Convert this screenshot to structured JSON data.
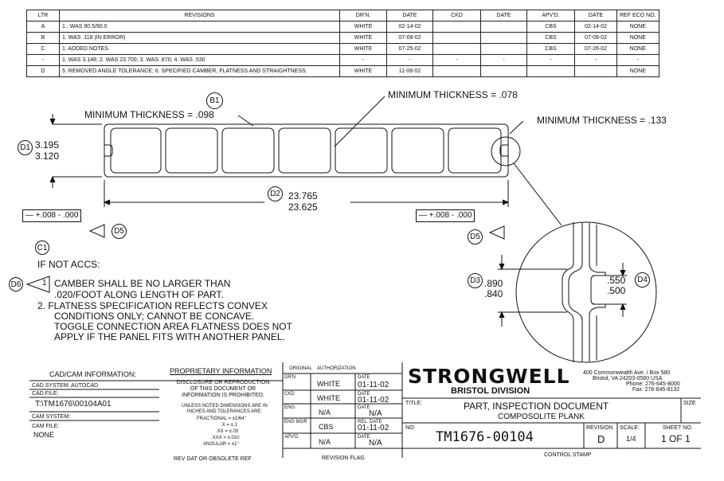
{
  "revisions": {
    "headers": [
      "LTR",
      "REVISIONS",
      "DR'N.",
      "DATE",
      "CKD",
      "DATE",
      "APV'D.",
      "DATE",
      "REF ECO NO."
    ],
    "rows": [
      [
        "A",
        "1.; WAS 90.5/90.0",
        "WHITE",
        "02-14-02",
        "",
        "",
        "CBS",
        "02-14-02",
        "NONE"
      ],
      [
        "B",
        "1. WAS .118 (IN ERROR)",
        "WHITE",
        "07-08-02",
        "",
        "",
        "CBS",
        "07-09-02",
        "NONE"
      ],
      [
        "C",
        "1. ADDED NOTES",
        "WHITE",
        "07-25-02",
        "",
        "",
        "CBS",
        "07-26-02",
        "NONE"
      ],
      [
        "-",
        "1. WAS 3.148; 2. WAS 23.700; 3. WAS .870; 4. WAS .530",
        "-",
        "-",
        "-",
        "-",
        "-",
        "-",
        "-"
      ],
      [
        "D",
        "5. REMOVED ANGLE TOLERANCE; 6. SPECIFIED CAMBER, FLATNESS AND STRAIGHTNESS.",
        "WHITE",
        "11-08-02",
        "",
        "",
        "",
        "",
        "NONE"
      ]
    ]
  },
  "drawing": {
    "min_thick_098": "MINIMUM THICKNESS = .098",
    "min_thick_078": "MINIMUM THICKNESS = .078",
    "min_thick_133": "MINIMUM THICKNESS = .133",
    "b1": "B1",
    "d1": "D1",
    "height_max": "3.195",
    "height_min": "3.120",
    "d2": "D2",
    "width_max": "23.765",
    "width_min": "23.625",
    "tol_left": "+.008 - .000",
    "tol_right": "+.008 - .000",
    "d5": "D5",
    "d3": "D3",
    "d4": "D4",
    "gap_max": ".890",
    "gap_min": ".840",
    "tongue_max": ".550",
    "tongue_min": ".500",
    "c1": "C1",
    "d6": "D6",
    "num1": "1"
  },
  "notes": {
    "header": "IF NOT ACCS:",
    "n1a": "CAMBER SHALL BE NO LARGER THAN",
    "n1b": ".020/FOOT ALONG LENGTH OF PART.",
    "n2a": "2.  FLATNESS SPECIFICATION REFLECTS CONVEX",
    "n2b": "CONDITIONS ONLY; CANNOT BE CONCAVE.",
    "n2c": "TOGGLE CONNECTION AREA FLATNESS DOES NOT",
    "n2d": "APPLY IF THE PANEL FITS WITH ANOTHER PANEL."
  },
  "title_block": {
    "cadcam_header": "CAD/CAM INFORMATION:",
    "cad_system": "CAD SYSTEM:  AUTOCAD",
    "cad_file_label": "CAD FILE:",
    "cad_file": "T:\\TM1676\\00104A01",
    "cam_system": "CAM SYSTEM:",
    "cam_file_label": "CAM FILE:",
    "cam_file": "NONE",
    "prop_header": "PROPRIETARY INFORMATION",
    "prop_1": "DISCLOSURE OR REPRODUCTION",
    "prop_2": "OF THIS DOCUMENT OR",
    "prop_3": "INFORMATION IS PROHIBITED.",
    "tol_1": "UNLESS NOTED DIMENSIONS ARE IN",
    "tol_2": "INCHES AND TOLERANCES ARE:",
    "tol_frac": "FRACTIONAL = ±1/64\"",
    "tol_x": ".X = ±.1",
    "tol_xx": ".XX = ±.03",
    "tol_xxx": ".XXX = ±.010",
    "tol_ang": "ANGULAR = ±1°",
    "rev_dat": "REV DAT OR OBSOLETE REF",
    "orig_header": "ORIGINAL",
    "auth_header": "AUTHORIZATION",
    "drn_label": "DR'N",
    "drn": "WHITE",
    "ckd_label": "CKD",
    "ckd": "WHITE",
    "eng_label": "ENG.",
    "eng": "N/A",
    "engmgr_label": "ENG MGR",
    "engmgr": "CBS",
    "apvd_label": "APV'D",
    "apvd": "N/A",
    "date_label": "DATE",
    "date1": "01-11-02",
    "date2": "01-11-02",
    "date3": "N/A",
    "rel_label": "REL. DATE",
    "date4": "01-11-02",
    "date5": "N/A",
    "rev_flag": "REVISION FLAG",
    "company": "STRONGWELL",
    "division": "BRISTOL DIVISION",
    "addr_1": "400 Commonwealth Ave. / Box 580",
    "addr_2": "Bristol, VA  24203-0580   USA",
    "phone": "Phone: 276-645-8000",
    "fax": "Fax: 276-645-8132",
    "title_label": "TITLE:",
    "title_1": "PART, INSPECTION DOCUMENT",
    "title_2": "COMPOSOLITE PLANK",
    "size_label": "SIZE",
    "no_label": "NO:",
    "doc_no": "TM1676-00104",
    "revision_label": "REVISION",
    "revision": "D",
    "scale_label": "SCALE:",
    "scale": "1/4",
    "sheet_label": "SHEET NO.",
    "sheet": "1 OF 1",
    "control_stamp": "CONTROL STAMP"
  }
}
